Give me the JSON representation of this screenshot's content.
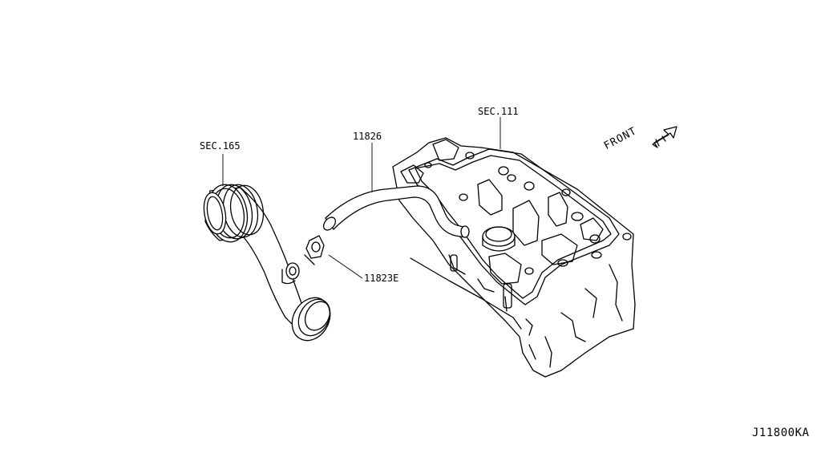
{
  "labels": {
    "sec165": "SEC.165",
    "sec111": "SEC.111",
    "part_11826": "11826",
    "part_11823e": "11823E",
    "front": "FRONT",
    "diagram_code": "J11800KA"
  }
}
